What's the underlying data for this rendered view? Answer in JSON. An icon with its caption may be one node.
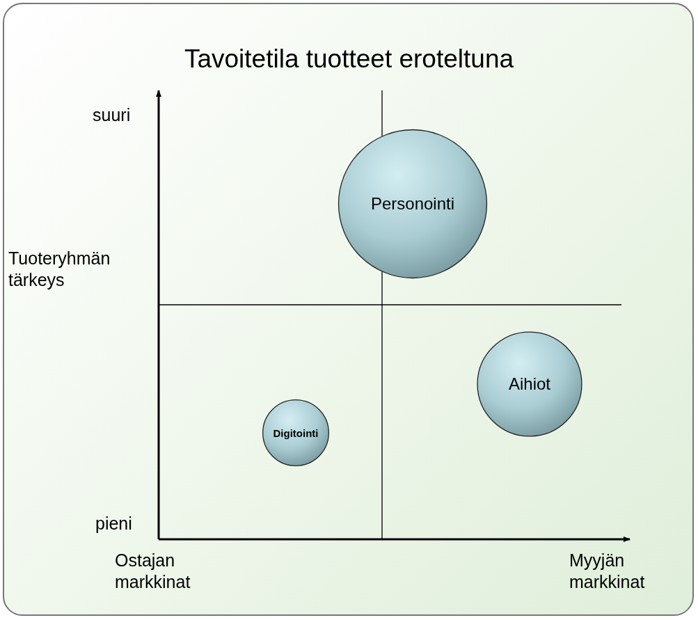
{
  "diagram": {
    "title": "Tavoitetila tuotteet eroteltuna",
    "nodes": [
      {
        "text": [
          "Personointi"
        ]
      },
      {
        "text": [
          "Aihiot"
        ]
      },
      {
        "text": [
          "Digitointi"
        ]
      }
    ],
    "labels": [
      "suuri",
      "Tuoteryhmän tärkeys",
      "pieni",
      "Ostajan markkinat",
      "Myyjän markkinat"
    ]
  }
}
